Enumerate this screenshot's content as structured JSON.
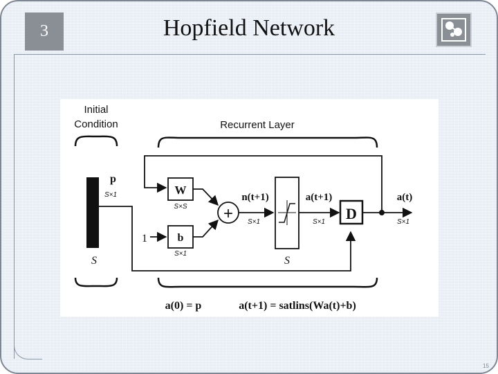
{
  "slide": {
    "number": "3",
    "title": "Hopfield Network",
    "corner_note": "15"
  },
  "logo": {
    "icon": "atom-logo-icon"
  },
  "diagram": {
    "initial_condition_line1": "Initial",
    "initial_condition_line2": "Condition",
    "recurrent_layer": "Recurrent Layer",
    "input_p": "p",
    "input_p_dim": "S×1",
    "input_S": "S",
    "weight_W": "W",
    "weight_W_dim": "S×S",
    "bias_b": "b",
    "bias_b_dim": "S×1",
    "bias_input": "1",
    "summer_symbol": "+",
    "net_label": "n(t+1)",
    "net_dim": "S×1",
    "transfer_S": "S",
    "a_next_label": "a(t+1)",
    "a_next_dim": "S×1",
    "delay_D": "D",
    "output_label": "a(t)",
    "output_dim": "S×1",
    "eq_initial": "a(0) = p",
    "eq_recurrent": "a(t+1) = satlins(Wa(t)+b)"
  },
  "colors": {
    "frame_bg": "#e9eef5",
    "number_box": "#8a8f96",
    "ink": "#111111"
  }
}
